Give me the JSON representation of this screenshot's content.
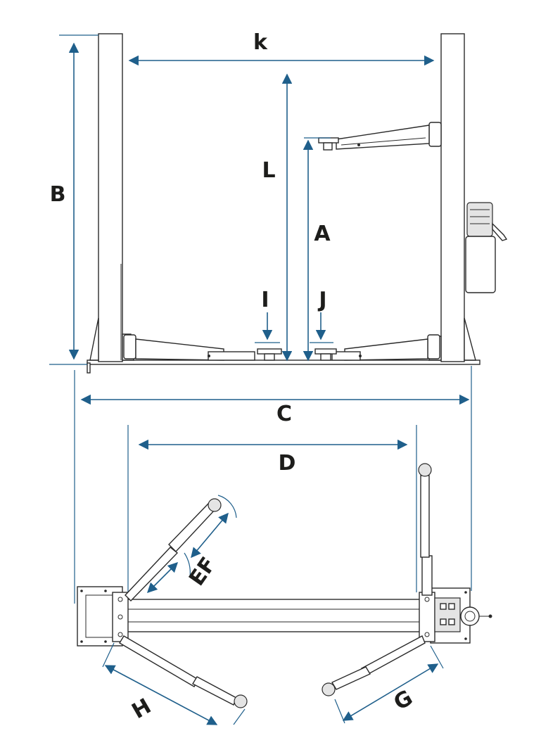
{
  "colors": {
    "dimension": "#1f5f8b",
    "outline": "#2a2a2a",
    "label": "#1d1d1b",
    "fill_light": "#e4e4e4"
  },
  "labels": {
    "k": "k",
    "L": "L",
    "B": "B",
    "A": "A",
    "I": "I",
    "J": "J",
    "C": "C",
    "D": "D",
    "EF": "EF",
    "H": "H",
    "G": "G"
  }
}
